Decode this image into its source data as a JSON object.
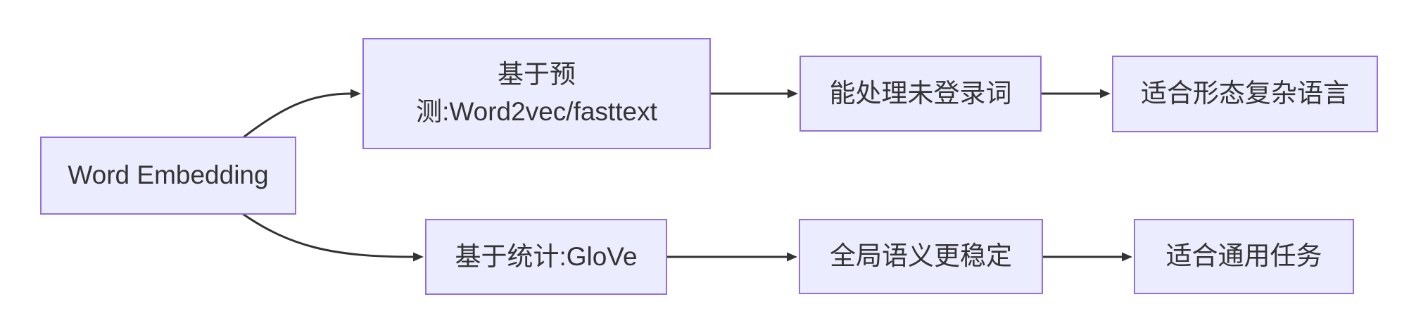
{
  "diagram": {
    "type": "flowchart",
    "direction": "left-to-right",
    "background": "#ffffff"
  },
  "colors": {
    "node_fill": "#ECECFF",
    "node_border": "#9370DB",
    "edge_line": "#333333",
    "text": "#333333"
  },
  "nodes": [
    {
      "id": "word_embedding",
      "label": "Word Embedding"
    },
    {
      "id": "prediction_based",
      "label": "基于预\n测:Word2vec/fasttext"
    },
    {
      "id": "handles_oov",
      "label": "能处理未登录词"
    },
    {
      "id": "morph_complex",
      "label": "适合形态复杂语言"
    },
    {
      "id": "statistics_based",
      "label": "基于统计:GloVe"
    },
    {
      "id": "global_semantics",
      "label": "全局语义更稳定"
    },
    {
      "id": "general_tasks",
      "label": "适合通用任务"
    }
  ],
  "edges": [
    {
      "from": "word_embedding",
      "to": "prediction_based"
    },
    {
      "from": "prediction_based",
      "to": "handles_oov"
    },
    {
      "from": "handles_oov",
      "to": "morph_complex"
    },
    {
      "from": "word_embedding",
      "to": "statistics_based"
    },
    {
      "from": "statistics_based",
      "to": "global_semantics"
    },
    {
      "from": "global_semantics",
      "to": "general_tasks"
    }
  ]
}
